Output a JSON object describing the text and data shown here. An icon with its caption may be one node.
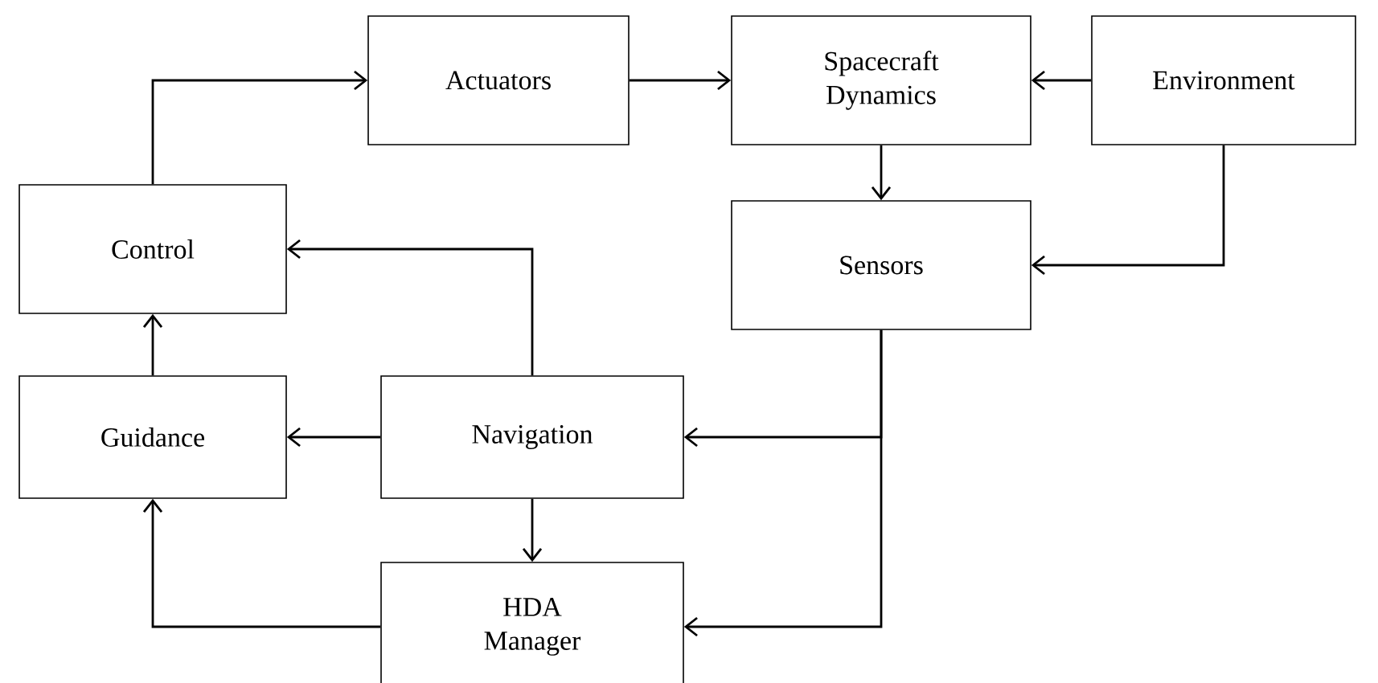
{
  "diagram": {
    "nodes": [
      {
        "text": [
          "Actuators"
        ]
      },
      {
        "text": [
          "Spacecraft Dynamics"
        ]
      },
      {
        "text": [
          "Environment"
        ]
      },
      {
        "text": [
          "Control"
        ]
      },
      {
        "text": [
          "Sensors"
        ]
      },
      {
        "text": [
          "Guidance"
        ]
      },
      {
        "text": [
          "Navigation"
        ]
      },
      {
        "text": [
          "HDA Manager"
        ]
      }
    ],
    "edges": [
      {
        "from": 3,
        "to": 0,
        "arrow": "to"
      },
      {
        "from": 0,
        "to": 1,
        "arrow": "to"
      },
      {
        "from": 2,
        "to": 1,
        "arrow": "to"
      },
      {
        "from": 1,
        "to": 4,
        "arrow": "to"
      },
      {
        "from": 2,
        "to": 4,
        "arrow": "to"
      },
      {
        "from": 6,
        "to": 3,
        "arrow": "to"
      },
      {
        "from": 5,
        "to": 3,
        "arrow": "to"
      },
      {
        "from": 6,
        "to": 5,
        "arrow": "to"
      },
      {
        "from": 4,
        "to": 6,
        "arrow": "to"
      },
      {
        "from": 4,
        "to": 7,
        "arrow": "to"
      },
      {
        "from": 6,
        "to": 7,
        "arrow": "to"
      },
      {
        "from": 7,
        "to": 5,
        "arrow": "to"
      }
    ]
  }
}
